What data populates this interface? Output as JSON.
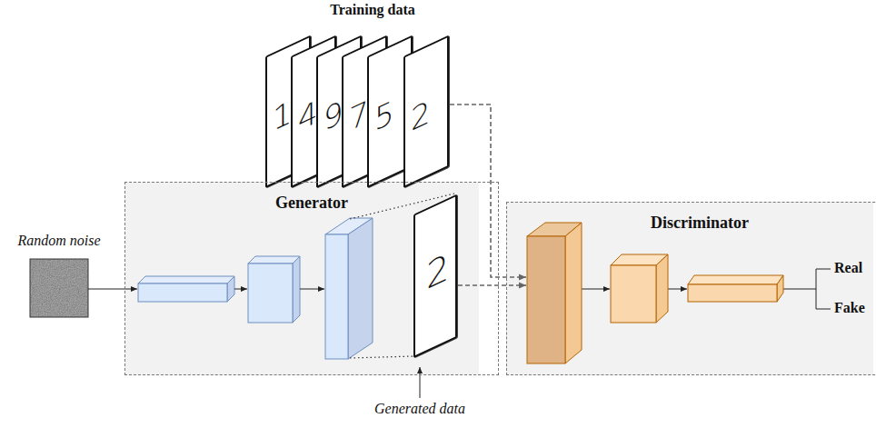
{
  "diagram": {
    "nodes": [
      {
        "text": [
          "1"
        ]
      },
      {
        "text": [
          "4"
        ]
      },
      {
        "text": [
          "9"
        ]
      },
      {
        "text": [
          "7"
        ]
      },
      {
        "text": [
          "5"
        ]
      },
      {
        "text": [
          "2"
        ]
      },
      {
        "text": [
          "Generator"
        ]
      },
      {
        "text": [
          "2"
        ]
      },
      {
        "text": [
          "Discriminator"
        ]
      }
    ],
    "edges": [
      {
        "from": 5,
        "to": 8,
        "arrow": "to"
      },
      {
        "from": 7,
        "to": 8,
        "arrow": "to"
      }
    ],
    "labels": [
      "Training data",
      "Random noise",
      "Generated data",
      "Real",
      "Fake"
    ]
  }
}
